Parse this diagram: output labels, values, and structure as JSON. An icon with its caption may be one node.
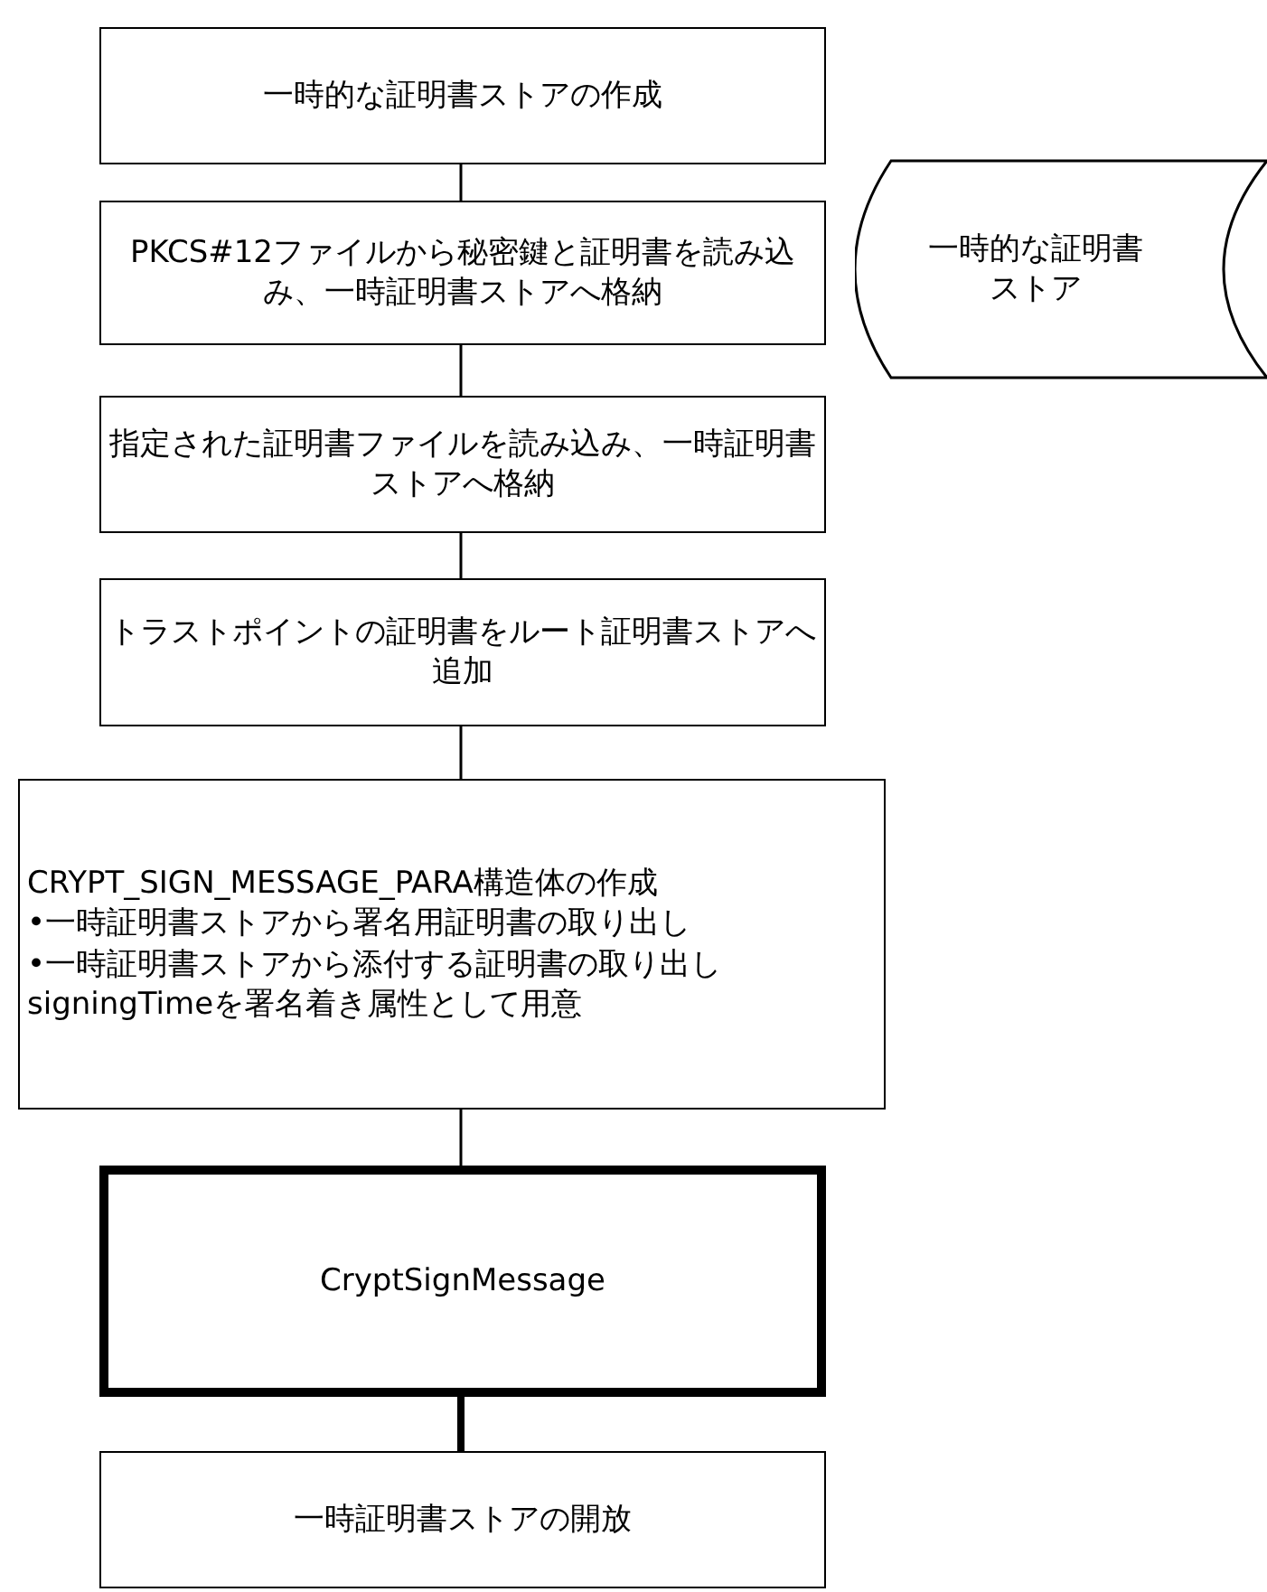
{
  "diagram": {
    "nodes": [
      {
        "text": [
          "一時的な証明書ストアの作成"
        ]
      },
      {
        "text": [
          "PKCS#12ファイルから秘密鍵と証明書を読み込み、一時証明書ストアへ格納"
        ]
      },
      {
        "text": [
          "指定された証明書ファイルを読み込み、一時証明書ストアへ格納"
        ]
      },
      {
        "text": [
          "トラストポイントの証明書をルート証明書ストアへ追加"
        ]
      },
      {
        "text": [
          "CRYPT_SIGN_MESSAGE_PARA構造体の作成",
          "•一時証明書ストアから署名用証明書の取り出し",
          "•一時証明書ストアから添付する証明書の取り出し",
          "signingTimeを署名着き属性として用意"
        ]
      },
      {
        "text": [
          "CryptSignMessage"
        ]
      },
      {
        "text": [
          "一時証明書ストアの開放"
        ]
      },
      {
        "text": [
          "一時的な証明書ストア"
        ]
      }
    ],
    "edges": [
      {
        "from": 0,
        "to": 1,
        "arrow": "none"
      },
      {
        "from": 1,
        "to": 2,
        "arrow": "none"
      },
      {
        "from": 2,
        "to": 3,
        "arrow": "none"
      },
      {
        "from": 3,
        "to": 4,
        "arrow": "none"
      },
      {
        "from": 4,
        "to": 5,
        "arrow": "none"
      },
      {
        "from": 5,
        "to": 6,
        "arrow": "none",
        "style": "thick"
      }
    ]
  }
}
